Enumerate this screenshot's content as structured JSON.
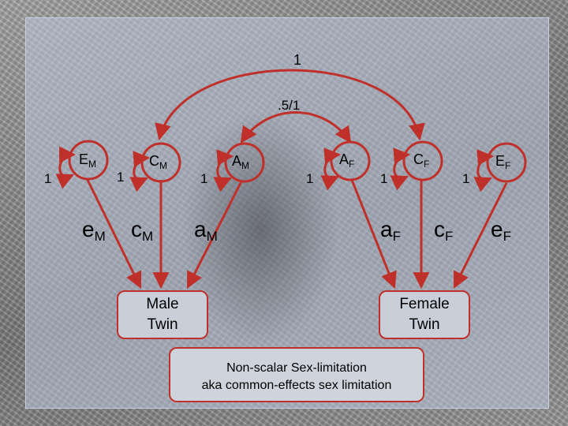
{
  "colors": {
    "path": "#c0302a",
    "box_fill": "#c9cfd9"
  },
  "diagram": {
    "top_correlation": "1",
    "inner_correlation": ".5/1",
    "male": {
      "E": {
        "base": "E",
        "sub": "M",
        "variance": "1"
      },
      "C": {
        "base": "C",
        "sub": "M",
        "variance": "1"
      },
      "A": {
        "base": "A",
        "sub": "M",
        "variance": "1"
      },
      "e_path": {
        "base": "e",
        "sub": "M"
      },
      "c_path": {
        "base": "c",
        "sub": "M"
      },
      "a_path": {
        "base": "a",
        "sub": "M"
      },
      "box_label": "Male\nTwin"
    },
    "female": {
      "A": {
        "base": "A",
        "sub": "F",
        "variance": "1"
      },
      "C": {
        "base": "C",
        "sub": "F",
        "variance": "1"
      },
      "E": {
        "base": "E",
        "sub": "F",
        "variance": "1"
      },
      "a_path": {
        "base": "a",
        "sub": "F"
      },
      "c_path": {
        "base": "c",
        "sub": "F"
      },
      "e_path": {
        "base": "e",
        "sub": "F"
      },
      "box_label": "Female\nTwin"
    },
    "caption": "Non-scalar Sex-limitation\naka common-effects sex limitation"
  }
}
